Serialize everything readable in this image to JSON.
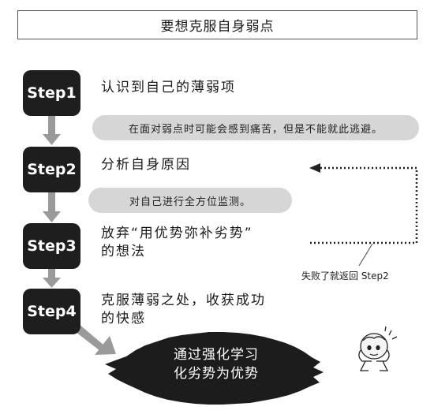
{
  "title": "要想克服自身弱点",
  "steps": [
    {
      "label": "Step1",
      "text": "认识到自己的薄弱项"
    },
    {
      "label": "Step2",
      "text": "分析自身原因"
    },
    {
      "label": "Step3",
      "text_line1": "放弃“用优势弥补劣势”",
      "text_line2": "的想法"
    },
    {
      "label": "Step4",
      "text_line1": "克服薄弱之处，收获成功",
      "text_line2": "的快感"
    }
  ],
  "notes": {
    "note1": "在面对弱点时可能会感到痛苦，但是不能就此逃避。",
    "note2": "对自己进行全方位监测。"
  },
  "feedback_label": "失败了就返回 Step2",
  "result": {
    "line1": "通过强化学习",
    "line2": "化劣势为优势"
  }
}
